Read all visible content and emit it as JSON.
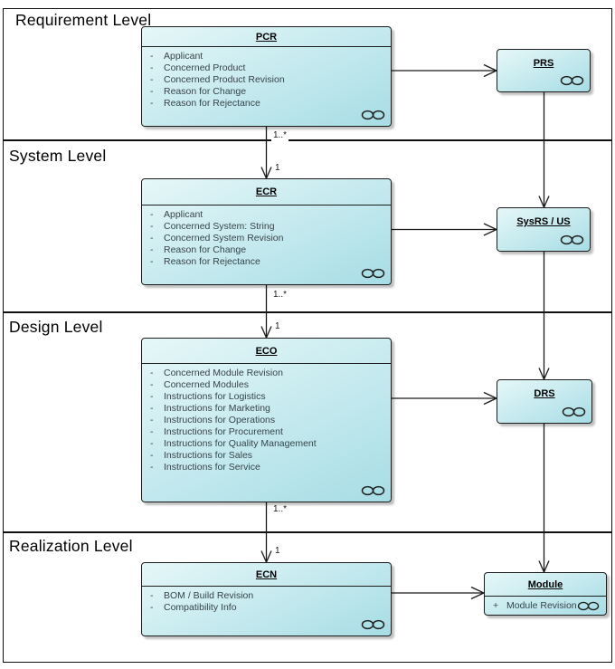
{
  "sections": [
    {
      "label": "Requirement Level"
    },
    {
      "label": "System Level"
    },
    {
      "label": "Design Level"
    },
    {
      "label": "Realization Level"
    }
  ],
  "boxes": {
    "pcr": {
      "title": "PCR",
      "icon": "composite-icon",
      "attributes": [
        {
          "vis": "-",
          "label": "Applicant"
        },
        {
          "vis": "-",
          "label": "Concerned Product"
        },
        {
          "vis": "-",
          "label": "Concerned Product Revision"
        },
        {
          "vis": "-",
          "label": "Reason for Change"
        },
        {
          "vis": "-",
          "label": "Reason for Rejectance"
        }
      ]
    },
    "prs": {
      "title": "PRS",
      "icon": "composite-icon"
    },
    "ecr": {
      "title": "ECR",
      "icon": "composite-icon",
      "attributes": [
        {
          "vis": "-",
          "label": "Applicant"
        },
        {
          "vis": "-",
          "label": "Concerned System: String"
        },
        {
          "vis": "-",
          "label": "Concerned System Revision"
        },
        {
          "vis": "-",
          "label": "Reason for Change"
        },
        {
          "vis": "-",
          "label": "Reason for Rejectance"
        }
      ]
    },
    "sysrs": {
      "title": "SysRS / US",
      "icon": "composite-icon"
    },
    "eco": {
      "title": "ECO",
      "icon": "composite-icon",
      "attributes": [
        {
          "vis": "-",
          "label": "Concerned Module Revision"
        },
        {
          "vis": "-",
          "label": "Concerned Modules"
        },
        {
          "vis": "-",
          "label": "Instructions for Logistics"
        },
        {
          "vis": "-",
          "label": "Instructions for Marketing"
        },
        {
          "vis": "-",
          "label": "Instructions for Operations"
        },
        {
          "vis": "-",
          "label": "Instructions for Procurement"
        },
        {
          "vis": "-",
          "label": "Instructions for Quality Management"
        },
        {
          "vis": "-",
          "label": "Instructions for Sales"
        },
        {
          "vis": "-",
          "label": "Instructions for Service"
        }
      ]
    },
    "drs": {
      "title": "DRS",
      "icon": "composite-icon"
    },
    "ecn": {
      "title": "ECN",
      "icon": "composite-icon",
      "attributes": [
        {
          "vis": "-",
          "label": "BOM / Build Revision"
        },
        {
          "vis": "-",
          "label": "Compatibility Info"
        }
      ]
    },
    "module": {
      "title": "Module",
      "icon": "composite-icon",
      "attributes": [
        {
          "vis": "+",
          "label": "Module Revision"
        }
      ]
    }
  },
  "multiplicities": {
    "pcr_ecr": {
      "source": "1..*",
      "target": "1"
    },
    "ecr_eco": {
      "source": "1..*",
      "target": "1"
    },
    "eco_ecn": {
      "source": "1..*",
      "target": "1"
    }
  },
  "colors": {
    "box_fill_top": "#e6f7f8",
    "box_fill_mid": "#c3e9ee",
    "box_fill_bottom": "#a7dde5",
    "box_border": "#1c1c1c",
    "line": "#1a1a1a",
    "frame": "#101010"
  }
}
